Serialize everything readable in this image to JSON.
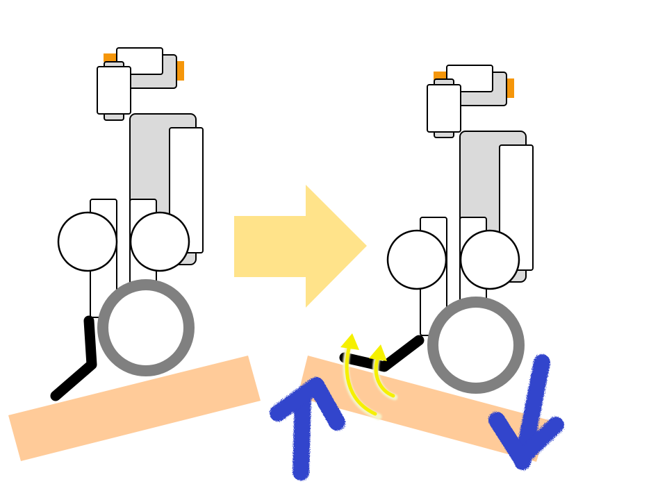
{
  "colors": {
    "board": "#FFCB99",
    "arrow_main": "#FFE38A",
    "body_gray": "#DADADA",
    "wheel_gray": "#808080",
    "leg_black": "#000000",
    "accent_orange": "#F5960A",
    "force_blue": "#3344CC",
    "curve_yellow": "#F5F000",
    "outline": "#000000",
    "fill_white": "#FFFFFF"
  },
  "diagram": {
    "panels": [
      {
        "id": "before",
        "state": "leg-extended-on-flat-slope"
      },
      {
        "id": "after",
        "state": "leg-pushing-board-tilted"
      }
    ],
    "transition_arrow": "right-arrow",
    "indicators": [
      "up-force-arrow",
      "down-force-checkmark",
      "rotation-curves"
    ]
  }
}
